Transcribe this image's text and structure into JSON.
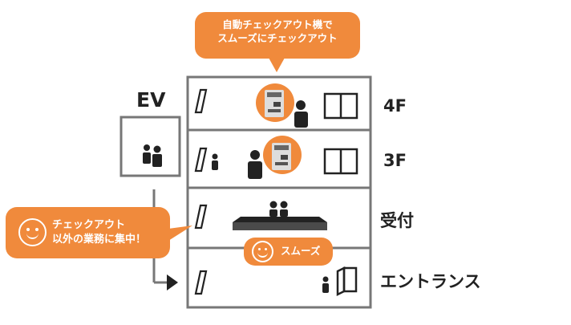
{
  "colors": {
    "accent": "#f08a3c",
    "building": "#777777",
    "ink": "#222222",
    "counter": "#4a4a4a",
    "kiosk": "#dddddd"
  },
  "top_bubble": {
    "line1": "自動チェックアウト機で",
    "line2": "スムーズにチェックアウト"
  },
  "left_bubble": {
    "line1": "チェックアウト",
    "line2": "以外の業務に集中！",
    "icon": "smiley-icon"
  },
  "mid_bubble": {
    "label": "スムーズ",
    "icon": "smiley-icon"
  },
  "elevator": {
    "label": "EV"
  },
  "floors": [
    {
      "label": "4F"
    },
    {
      "label": "3F"
    },
    {
      "label": "受付"
    },
    {
      "label": "エントランス"
    }
  ]
}
